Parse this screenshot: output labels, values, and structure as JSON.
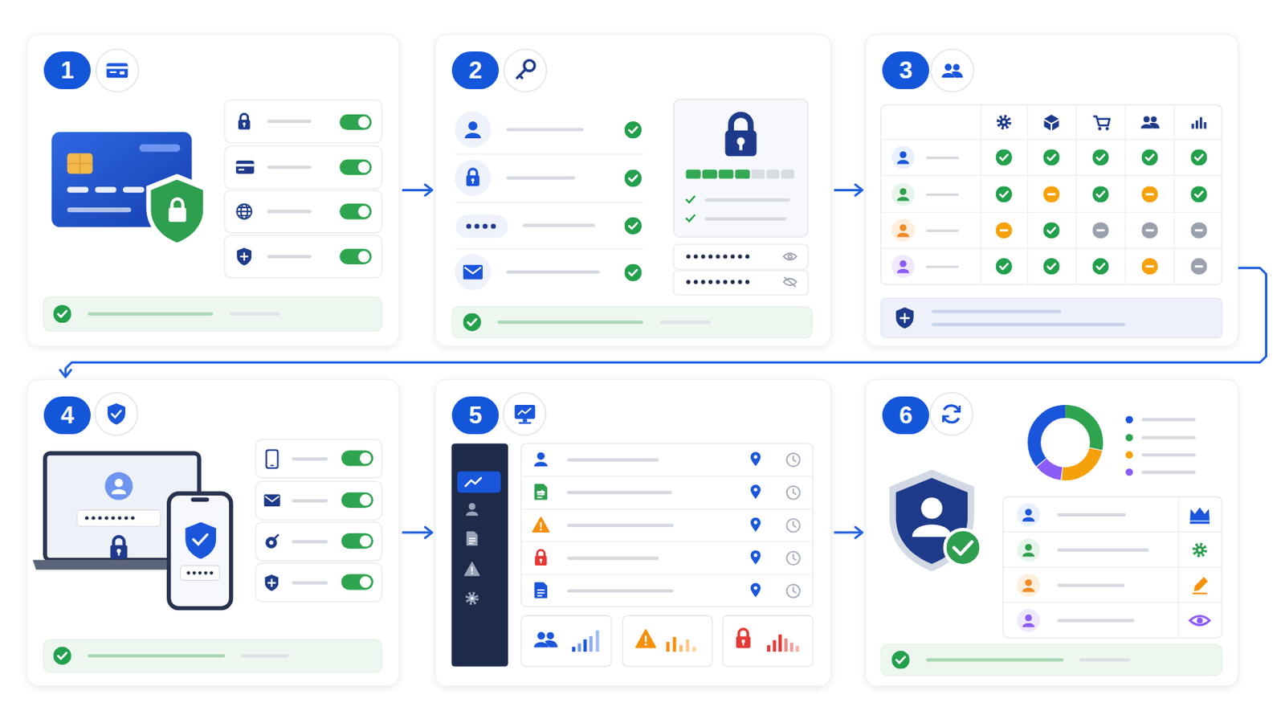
{
  "diagram": {
    "nodes": [
      {
        "text": [
          "1"
        ]
      },
      {
        "text": [
          "2"
        ]
      },
      {
        "text": [
          "3"
        ]
      },
      {
        "text": [
          "4"
        ]
      },
      {
        "text": [
          "5"
        ]
      },
      {
        "text": [
          "6"
        ]
      }
    ],
    "edges": [
      {
        "from": 0,
        "to": 1,
        "arrow": "to"
      },
      {
        "from": 1,
        "to": 2,
        "arrow": "to"
      },
      {
        "from": 2,
        "to": 3,
        "arrow": "to"
      },
      {
        "from": 3,
        "to": 4,
        "arrow": "to"
      },
      {
        "from": 4,
        "to": 5,
        "arrow": "to"
      }
    ]
  }
}
